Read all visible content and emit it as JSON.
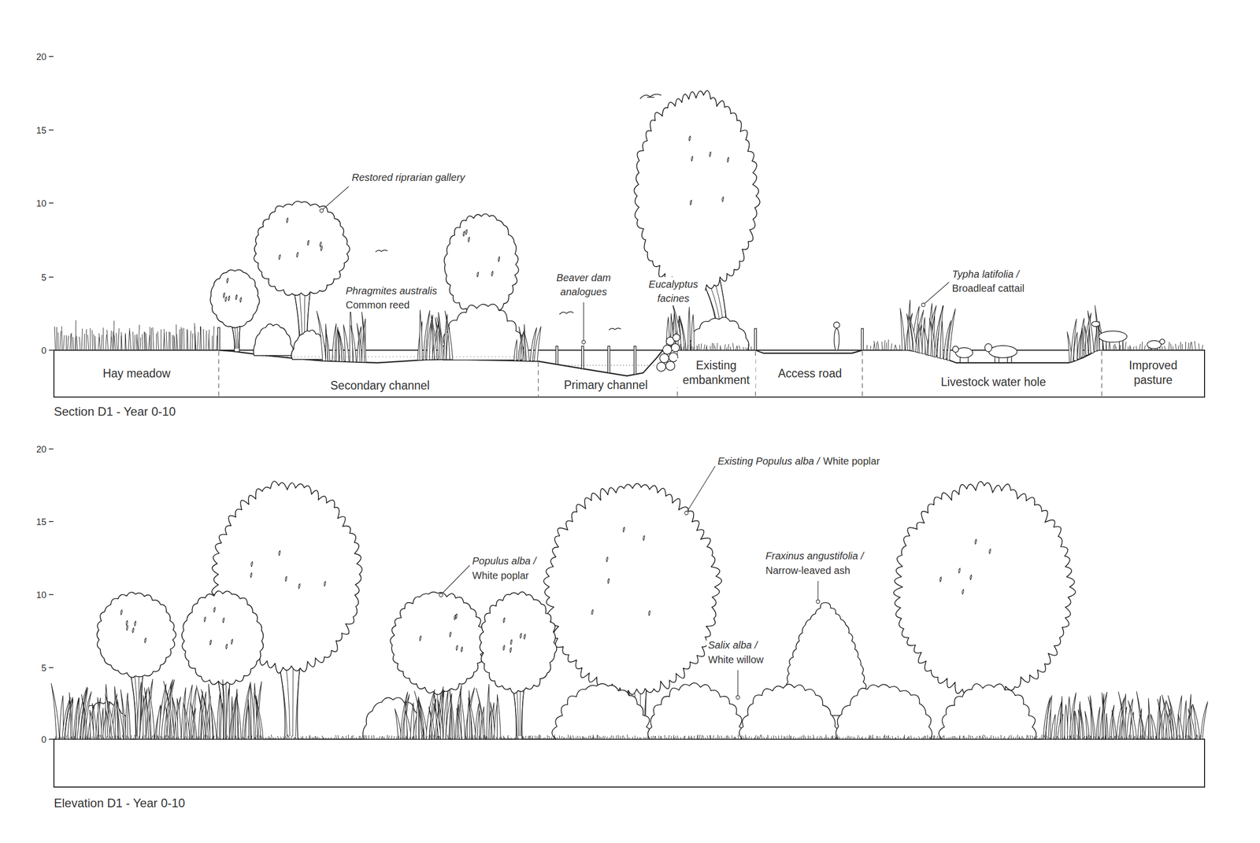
{
  "diagram": {
    "labels": [
      "20",
      "15",
      "10",
      "5",
      "0",
      "Restored riprarian gallery",
      "Phragmites australis",
      "Common reed",
      "Beaver dam analogues",
      "Eucalyptus facines",
      "Typha latifolia /",
      "Broadleaf cattail",
      "Hay meadow",
      "Secondary channel",
      "Primary channel",
      "Existing embankment",
      "Access road",
      "Livestock water hole",
      "Improved pasture",
      "Section D1 - Year 0-10",
      "20",
      "15",
      "10",
      "5",
      "0",
      "Existing Populus alba /",
      "White poplar",
      "Populus alba /",
      "White poplar",
      "Fraxinus angustifolia /",
      "Narrow-leaved ash",
      "Salix alba /",
      "White willow",
      "Elevation D1 - Year 0-10"
    ]
  }
}
